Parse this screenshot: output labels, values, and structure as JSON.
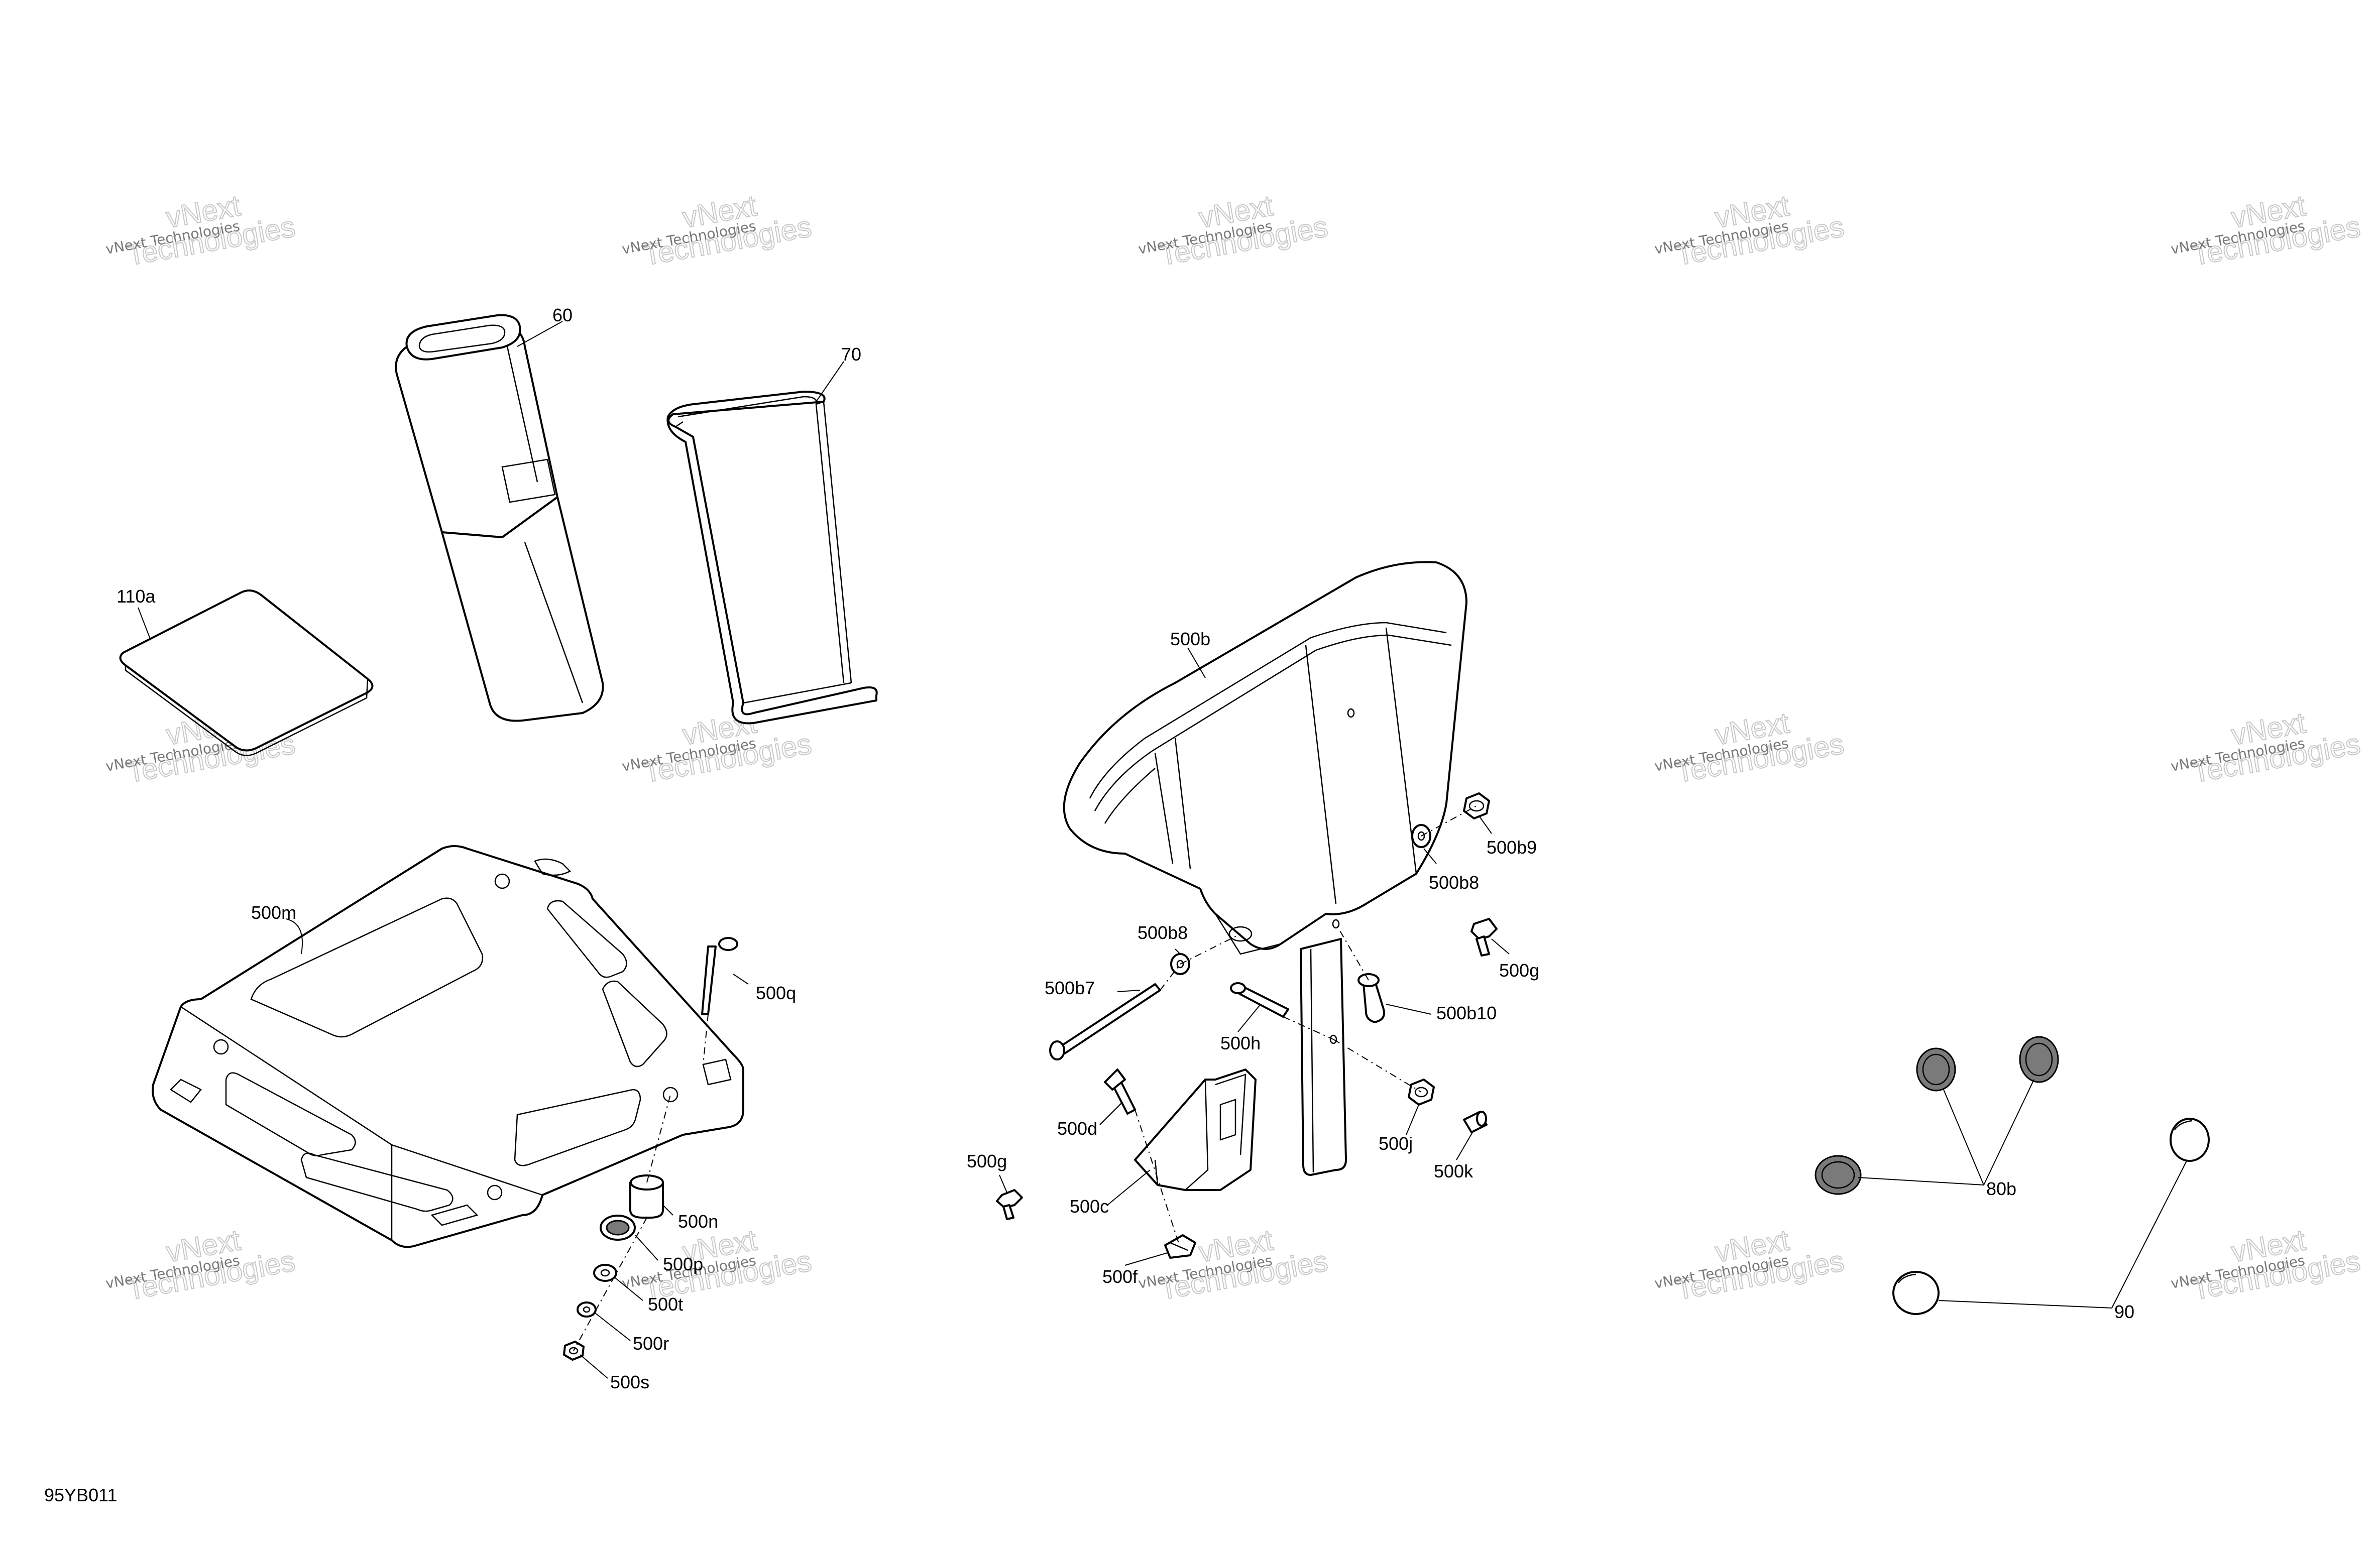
{
  "figure_id": "95YB011",
  "watermark": {
    "line1": "vNext Technologies",
    "line2": "vNext",
    "line3": "Technologies"
  },
  "callouts": {
    "c60": "60",
    "c70": "70",
    "c110a": "110a",
    "c500b": "500b",
    "c500b9": "500b9",
    "c500b8_right": "500b8",
    "c500g_right": "500g",
    "c500b8_left": "500b8",
    "c500b7": "500b7",
    "c500h": "500h",
    "c500b10": "500b10",
    "c500d": "500d",
    "c500j": "500j",
    "c500k": "500k",
    "c500g_left": "500g",
    "c500c": "500c",
    "c500f": "500f",
    "c500m": "500m",
    "c500q": "500q",
    "c500n": "500n",
    "c500p": "500p",
    "c500t": "500t",
    "c500r": "500r",
    "c500s": "500s",
    "c80b": "80b",
    "c90": "90"
  }
}
